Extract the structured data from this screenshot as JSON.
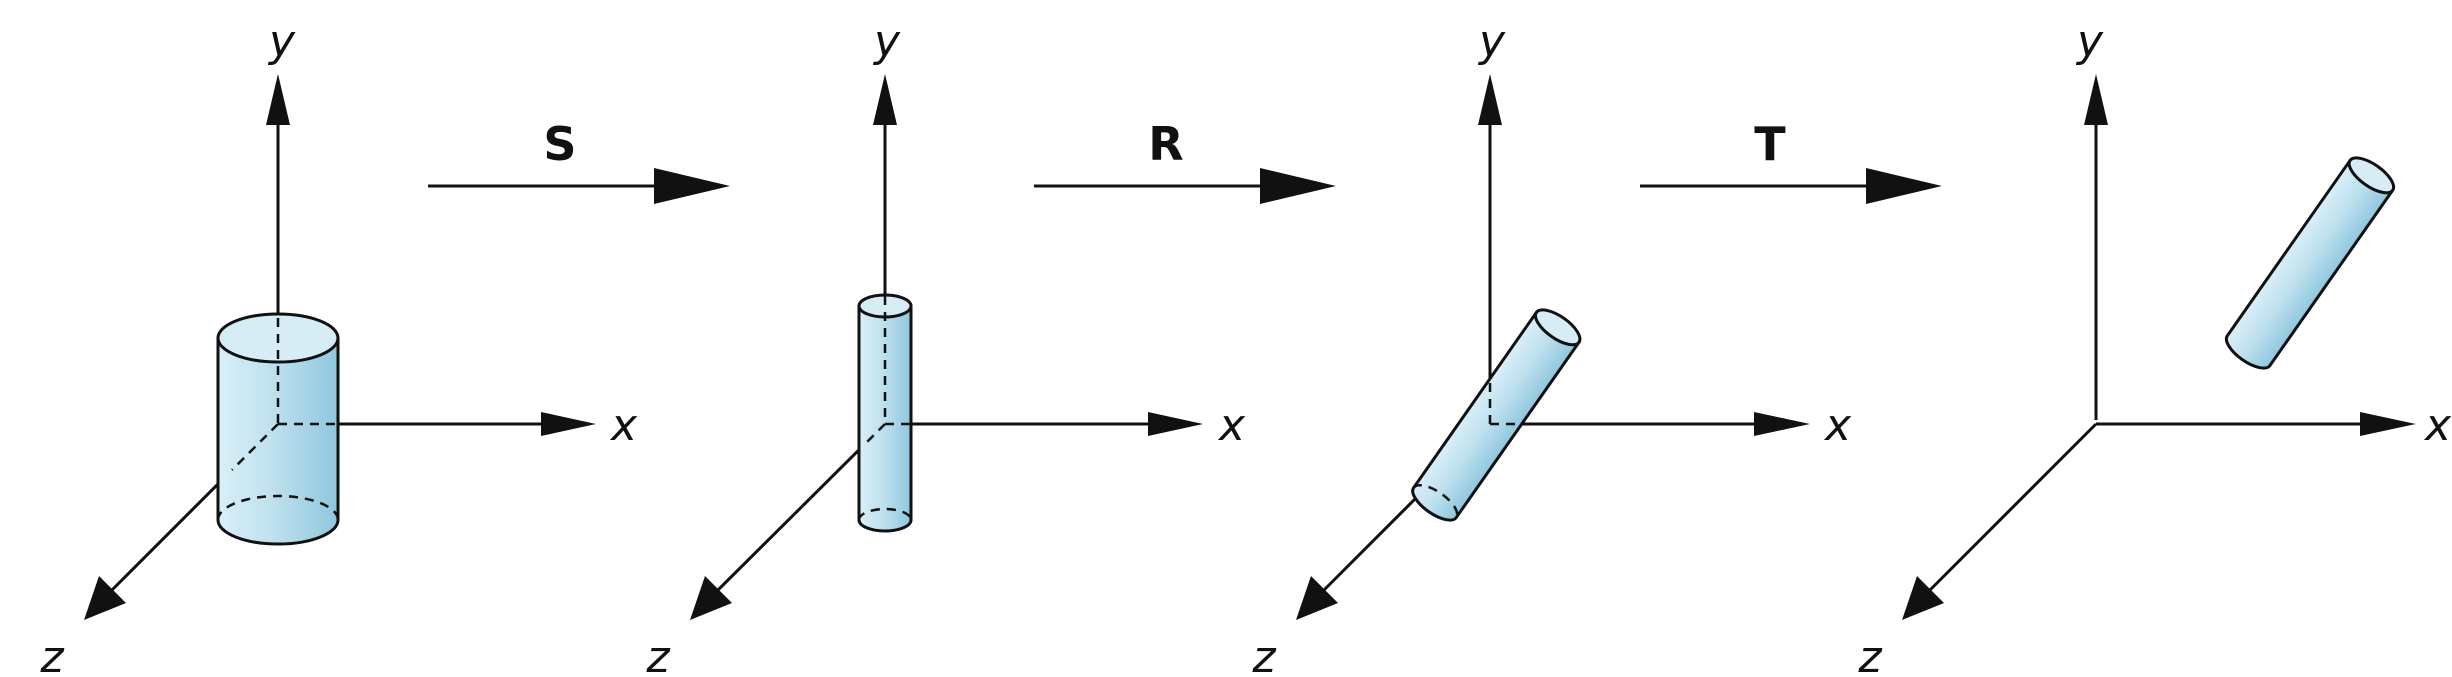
{
  "panels": [
    {
      "id": "panel-1",
      "y_label": "y",
      "x_label": "x",
      "z_label": "z"
    },
    {
      "id": "panel-2",
      "y_label": "y",
      "x_label": "x",
      "z_label": "z"
    },
    {
      "id": "panel-3",
      "y_label": "y",
      "x_label": "x",
      "z_label": "z"
    },
    {
      "id": "panel-4",
      "y_label": "y",
      "x_label": "x",
      "z_label": "z"
    }
  ],
  "transforms": [
    {
      "label": "S"
    },
    {
      "label": "R"
    },
    {
      "label": "T"
    }
  ],
  "colors": {
    "cylinder_fill": "#bfe1ee",
    "cylinder_top": "#d6edf6",
    "stroke": "#111111"
  }
}
